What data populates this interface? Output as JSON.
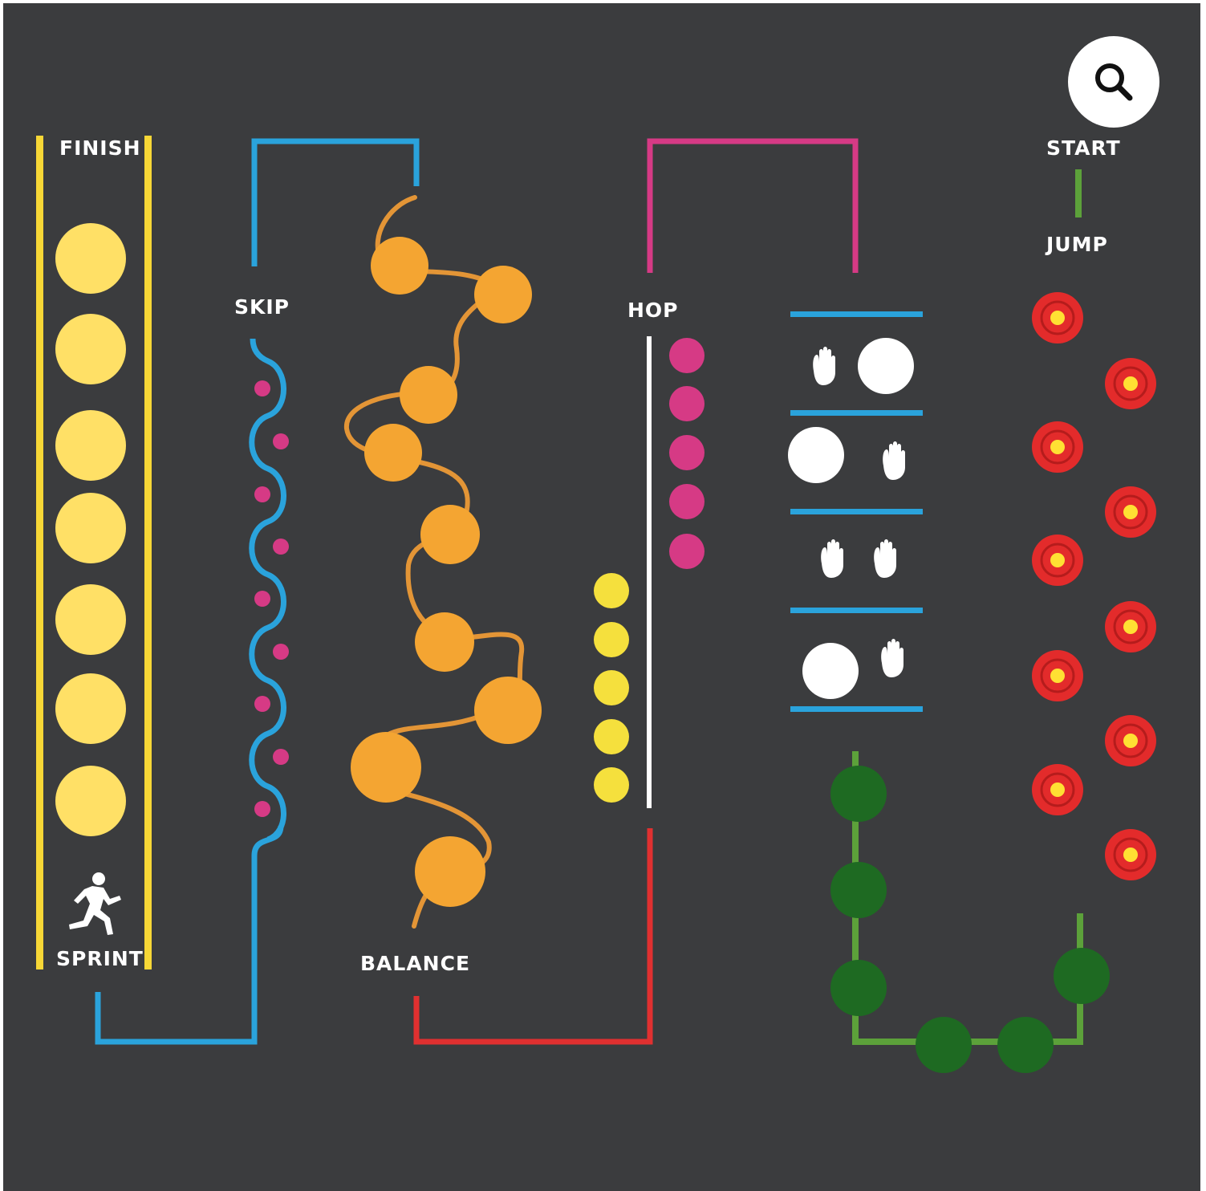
{
  "search": {
    "label": "search",
    "icon": "search-icon"
  },
  "stations": {
    "finish": "FINISH",
    "sprint": "SPRINT",
    "skip": "SKIP",
    "balance": "BALANCE",
    "hop": "HOP",
    "start": "START",
    "jump": "JUMP"
  },
  "colors": {
    "background": "#3b3c3e",
    "sprint_yellow": "#ffe066",
    "lane_yellow": "#f7d736",
    "skip_blue": "#2aa3dc",
    "skip_dots": "#d63a85",
    "balance_orange": "#f4a532",
    "balance_line": "#e39536",
    "hop_pink": "#d63a85",
    "hop_yellow": "#f5e03d",
    "path_red": "#e03030",
    "target_red": "#e32b2b",
    "target_center": "#ffe033",
    "green_line": "#5ca13a",
    "green_dot": "#1e6a22",
    "white": "#ffffff"
  },
  "icons": [
    "runner-icon",
    "hand-icon",
    "search-icon"
  ]
}
